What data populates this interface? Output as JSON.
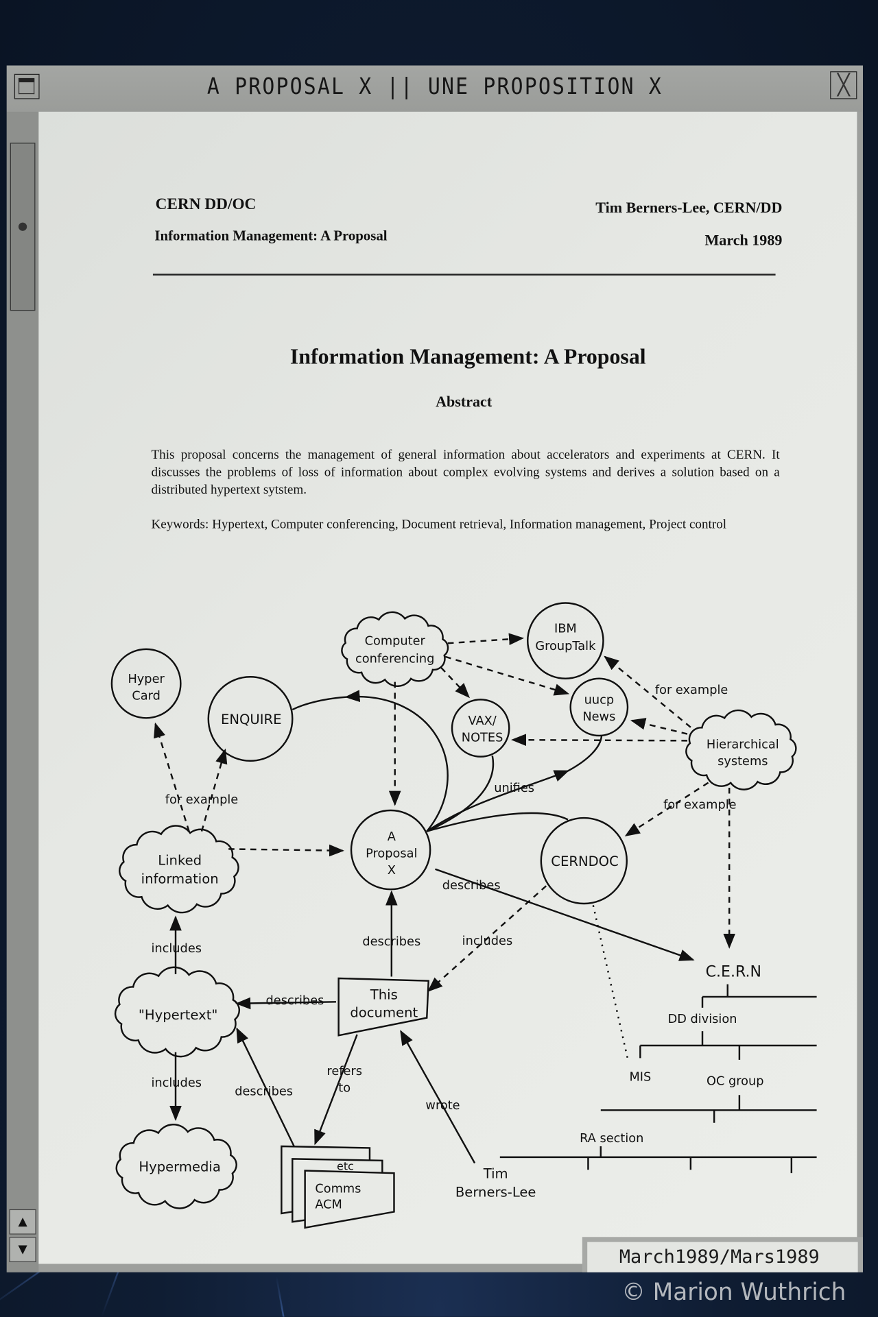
{
  "window": {
    "title": "A PROPOSAL X || UNE PROPOSITION X",
    "close_label": "╳",
    "scroll_up": "▲",
    "scroll_down": "▼",
    "status": "March1989/Mars1989"
  },
  "document": {
    "header_left_1": "CERN DD/OC",
    "header_left_2": "Information Management: A Proposal",
    "header_right_1": "Tim Berners-Lee, CERN/DD",
    "header_right_2": "March 1989",
    "title": "Information Management: A Proposal",
    "abstract_heading": "Abstract",
    "abstract": "This proposal concerns the management of general information about accelerators and experiments at CERN.  It discusses the problems of loss of information about complex evolving systems and derives a solution based on a distributed hypertext sytstem.",
    "keywords": "Keywords: Hypertext, Computer conferencing, Document retrieval, Information management, Project control"
  },
  "diagram": {
    "nodes": {
      "computer_conferencing": [
        "Computer",
        "conferencing"
      ],
      "ibm_grouptalk": [
        "IBM",
        "GroupTalk"
      ],
      "uucp_news": [
        "uucp",
        "News"
      ],
      "vax_notes": [
        "VAX/",
        "NOTES"
      ],
      "hyper_card": [
        "Hyper",
        "Card"
      ],
      "enquire": "ENQUIRE",
      "hierarchical_systems": [
        "Hierarchical",
        "systems"
      ],
      "proposal": [
        "A",
        "Proposal",
        "X"
      ],
      "cerndoc": "CERNDOC",
      "linked_information": [
        "Linked",
        "information"
      ],
      "hypertext": "\"Hypertext\"",
      "this_document": [
        "This",
        "document"
      ],
      "hypermedia": "Hypermedia",
      "docs_etc": "etc",
      "comms_acm": [
        "Comms",
        "ACM"
      ],
      "tim": [
        "Tim",
        "Berners-Lee"
      ],
      "cern": "C.E.R.N",
      "dd_division": "DD division",
      "mis": "MIS",
      "oc_group": "OC group",
      "ra_section": "RA section"
    },
    "edge_labels": {
      "for_example_1": "for example",
      "for_example_2": "for example",
      "for_example_3": "for example",
      "unifies": "unifies",
      "describes_1": "describes",
      "describes_2": "describes",
      "describes_3": "describes",
      "describes_4": "describes",
      "includes_1": "includes",
      "includes_2": "includes",
      "includes_3": "includes",
      "refers_to": [
        "refers",
        "to"
      ],
      "wrote": "wrote"
    }
  },
  "watermark": "© Marion Wuthrich"
}
